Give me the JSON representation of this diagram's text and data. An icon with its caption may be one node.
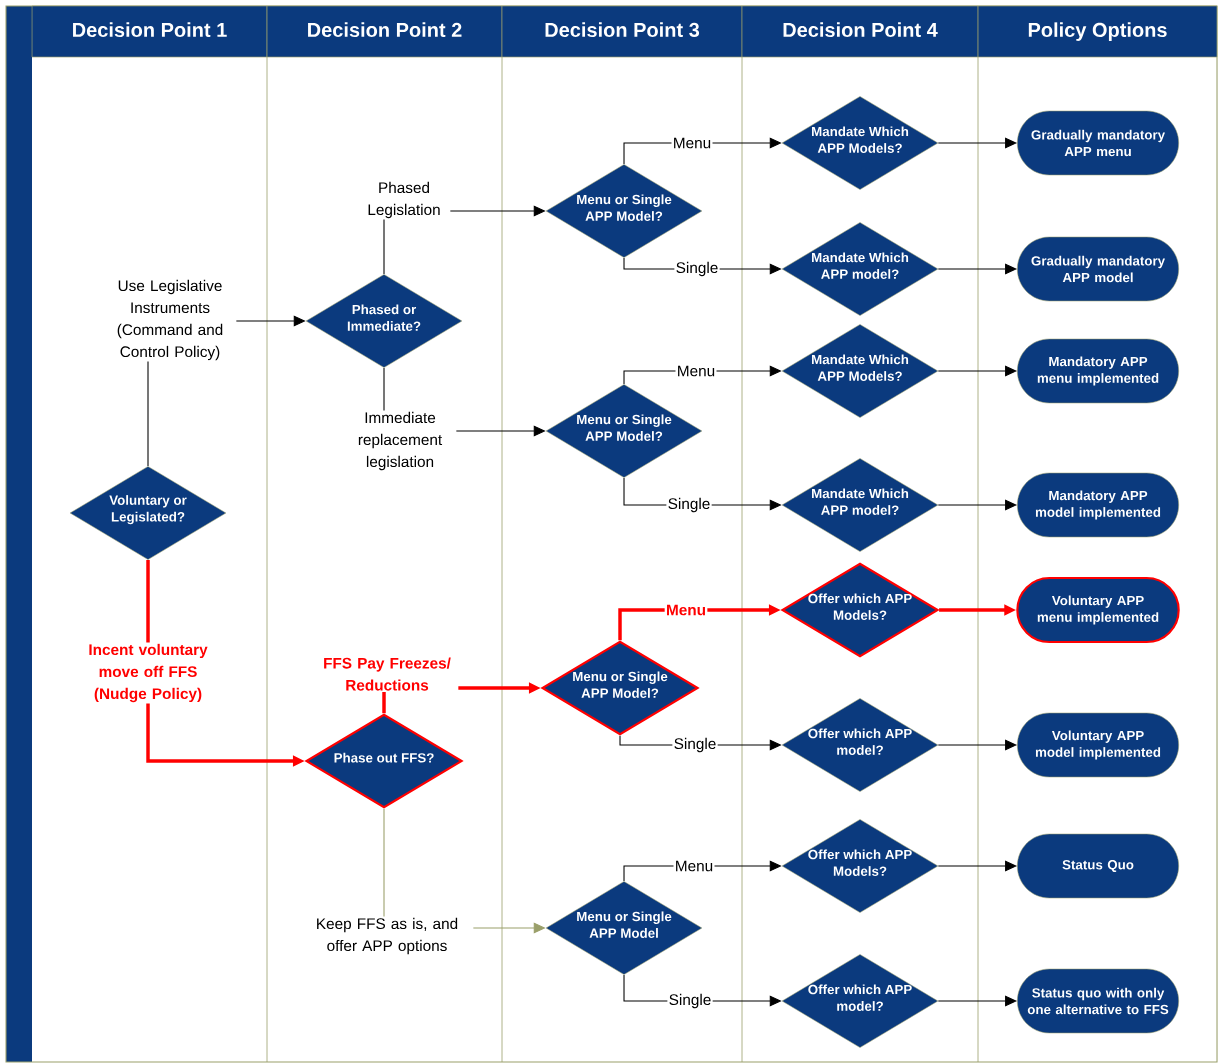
{
  "diagram": {
    "nodes": [
      {
        "text": [
          "Decision Point 1"
        ]
      },
      {
        "text": [
          "Decision Point 2"
        ]
      },
      {
        "text": [
          "Decision Point 3"
        ]
      },
      {
        "text": [
          "Decision Point 4"
        ]
      },
      {
        "text": [
          "Policy Options"
        ]
      },
      {
        "text": [
          "Voluntary or Legislated?"
        ]
      },
      {
        "text": [
          "Phased or Immediate?"
        ]
      },
      {
        "text": [
          "Phase out FFS?"
        ]
      },
      {
        "text": [
          "Menu or Single APP Model?"
        ]
      },
      {
        "text": [
          "Menu or Single APP Model?"
        ]
      },
      {
        "text": [
          "Menu or Single APP Model?"
        ]
      },
      {
        "text": [
          "Menu or Single APP Model"
        ]
      },
      {
        "text": [
          "Mandate Which APP Models?"
        ]
      },
      {
        "text": [
          "Mandate Which APP model?"
        ]
      },
      {
        "text": [
          "Mandate Which APP Models?"
        ]
      },
      {
        "text": [
          "Mandate Which APP model?"
        ]
      },
      {
        "text": [
          "Offer which APP Models?"
        ]
      },
      {
        "text": [
          "Offer which APP model?"
        ]
      },
      {
        "text": [
          "Offer which APP Models?"
        ]
      },
      {
        "text": [
          "Offer which APP model?"
        ]
      },
      {
        "text": [
          "Gradually mandatory APP menu"
        ]
      },
      {
        "text": [
          "Gradually mandatory APP model"
        ]
      },
      {
        "text": [
          "Mandatory APP menu implemented"
        ]
      },
      {
        "text": [
          "Mandatory APP model implemented"
        ]
      },
      {
        "text": [
          "Voluntary APP menu implemented"
        ]
      },
      {
        "text": [
          "Voluntary APP model implemented"
        ]
      },
      {
        "text": [
          "Status Quo"
        ]
      },
      {
        "text": [
          "Status quo with only one alternative to FFS"
        ]
      }
    ],
    "edges": [
      {
        "from": 5,
        "to": 6,
        "arrow": "to",
        "label": "Use Legislative Instruments (Command and Control Policy)"
      },
      {
        "from": 5,
        "to": 7,
        "arrow": "to",
        "label": "Incent voluntary move off FFS (Nudge Policy)",
        "style": "thick",
        "color": "#ff0000"
      },
      {
        "from": 6,
        "to": 8,
        "arrow": "to",
        "label": "Phased Legislation"
      },
      {
        "from": 6,
        "to": 9,
        "arrow": "to",
        "label": "Immediate replacement legislation"
      },
      {
        "from": 7,
        "to": 10,
        "arrow": "to",
        "label": "FFS Pay Freezes/ Reductions",
        "style": "thick",
        "color": "#ff0000"
      },
      {
        "from": 7,
        "to": 11,
        "arrow": "to",
        "label": "Keep FFS as is, and offer APP options",
        "color": "#9a9f6a"
      },
      {
        "from": 8,
        "to": 12,
        "arrow": "to",
        "label": "Menu"
      },
      {
        "from": 8,
        "to": 13,
        "arrow": "to",
        "label": "Single"
      },
      {
        "from": 9,
        "to": 14,
        "arrow": "to",
        "label": "Menu"
      },
      {
        "from": 9,
        "to": 15,
        "arrow": "to",
        "label": "Single"
      },
      {
        "from": 10,
        "to": 16,
        "arrow": "to",
        "label": "Menu",
        "style": "thick",
        "color": "#ff0000"
      },
      {
        "from": 10,
        "to": 17,
        "arrow": "to",
        "label": "Single"
      },
      {
        "from": 11,
        "to": 18,
        "arrow": "to",
        "label": "Menu"
      },
      {
        "from": 11,
        "to": 19,
        "arrow": "to",
        "label": "Single"
      },
      {
        "from": 12,
        "to": 20,
        "arrow": "to"
      },
      {
        "from": 13,
        "to": 21,
        "arrow": "to"
      },
      {
        "from": 14,
        "to": 22,
        "arrow": "to"
      },
      {
        "from": 15,
        "to": 23,
        "arrow": "to"
      },
      {
        "from": 16,
        "to": 24,
        "arrow": "to",
        "style": "thick",
        "color": "#ff0000"
      },
      {
        "from": 17,
        "to": 25,
        "arrow": "to"
      },
      {
        "from": 18,
        "to": 26,
        "arrow": "to"
      },
      {
        "from": 19,
        "to": 27,
        "arrow": "to"
      }
    ]
  }
}
